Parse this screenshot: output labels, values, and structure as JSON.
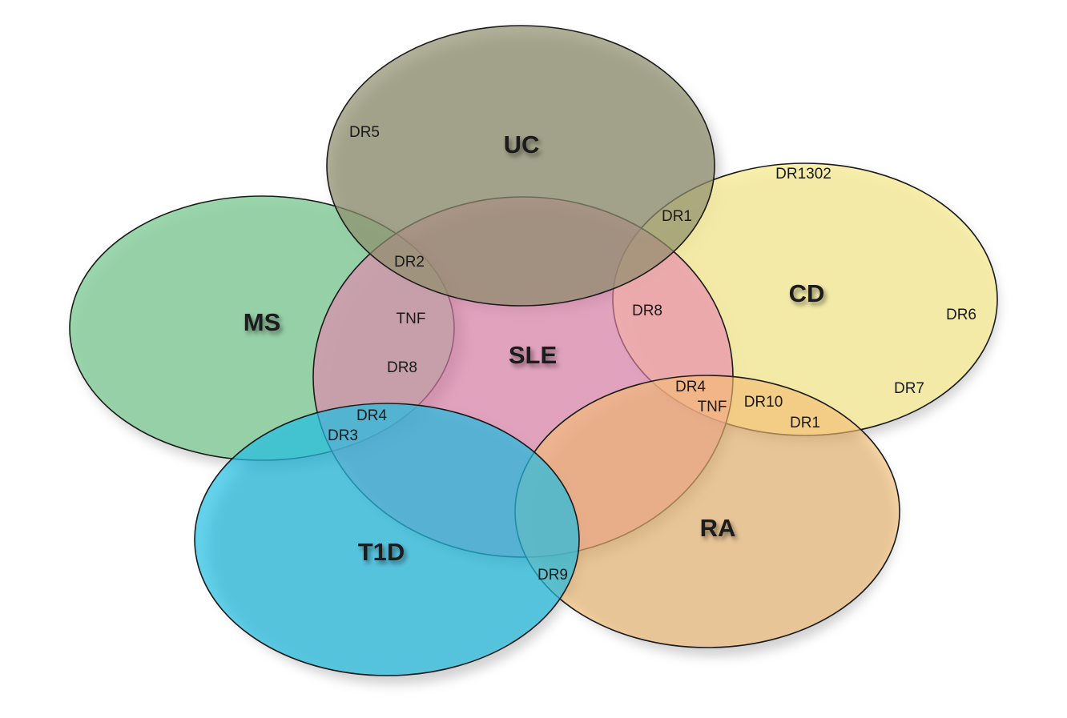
{
  "sets": [
    {
      "key": "ms",
      "label": "MS",
      "color": "#8ccfa0"
    },
    {
      "key": "uc",
      "label": "UC",
      "color": "#8e8f6c"
    },
    {
      "key": "cd",
      "label": "CD",
      "color": "#f7eda0"
    },
    {
      "key": "sle",
      "label": "SLE",
      "color": "#e884b0"
    },
    {
      "key": "ra",
      "label": "RA",
      "color": "#f6bd72"
    },
    {
      "key": "t1d",
      "label": "T1D",
      "color": "#22bde3"
    }
  ],
  "items": {
    "uc_dr5": "DR5",
    "cd_dr1302": "DR1302",
    "cd_uc_dr1": "DR1",
    "ms_uc_sle_dr2": "DR2",
    "ms_sle_tnf": "TNF",
    "ms_sle_dr8": "DR8",
    "sle_cd_dr8": "DR8",
    "cd_dr6": "DR6",
    "cd_dr7": "DR7",
    "sle_cd_ra_dr4": "DR4",
    "sle_cd_ra_tnf": "TNF",
    "cd_ra_dr10": "DR10",
    "cd_ra_dr1": "DR1",
    "ms_t1d_dr4": "DR4",
    "ms_t1d_dr3": "DR3",
    "t1d_ra_dr9": "DR9"
  }
}
